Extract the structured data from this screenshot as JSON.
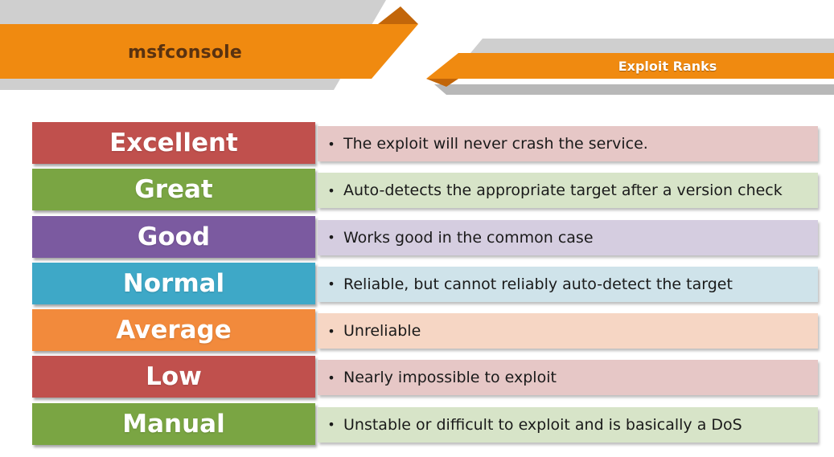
{
  "header": {
    "title": "msfconsole",
    "subtitle": "Exploit Ranks"
  },
  "colors": {
    "orange_banner": "#f08a10",
    "grey_banner": "#c9c9c9"
  },
  "ranks": [
    {
      "label": "Excellent",
      "description": "The exploit will never crash the service.",
      "color": "#c0504d",
      "desc_bg": "#e6c7c6"
    },
    {
      "label": "Great",
      "description": "Auto-detects the appropriate target after a version check",
      "color": "#7aa543",
      "desc_bg": "#d7e4c8"
    },
    {
      "label": "Good",
      "description": "Works good in the common case",
      "color": "#7b5aa0",
      "desc_bg": "#d5cde0"
    },
    {
      "label": "Normal",
      "description": "Reliable, but cannot reliably auto-detect the target",
      "color": "#3ea8c7",
      "desc_bg": "#cfe3ea"
    },
    {
      "label": "Average",
      "description": "Unreliable",
      "color": "#f28a3c",
      "desc_bg": "#f6d6c4"
    },
    {
      "label": "Low",
      "description": "Nearly impossible to exploit",
      "color": "#c0504d",
      "desc_bg": "#e6c7c6"
    },
    {
      "label": "Manual",
      "description": "Unstable or difficult to exploit and is basically a DoS",
      "color": "#7aa543",
      "desc_bg": "#d7e4c8"
    }
  ]
}
